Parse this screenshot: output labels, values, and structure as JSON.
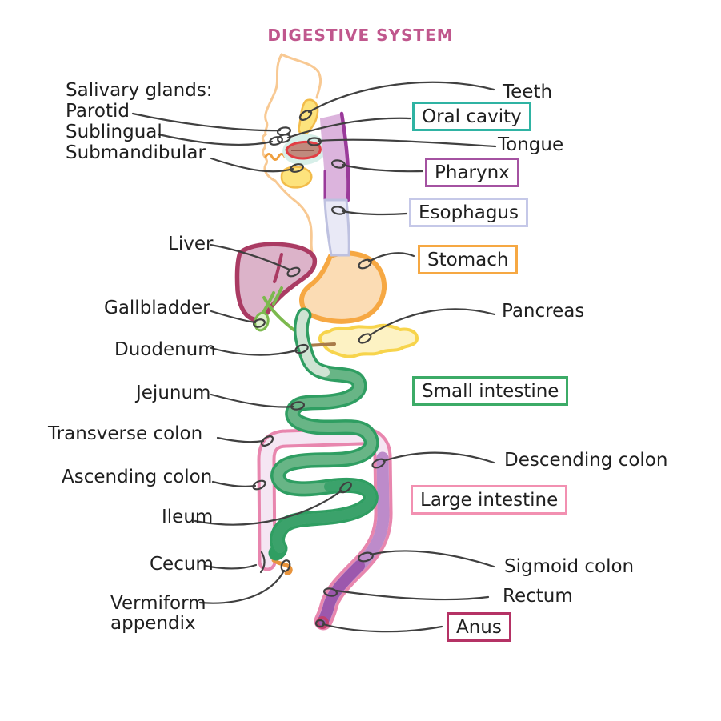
{
  "title": "DIGESTIVE SYSTEM",
  "colors": {
    "title": "#c0578d",
    "label_text": "#1f1f1f",
    "oral_cavity_box": "#2fb3a3",
    "pharynx_box": "#a452a1",
    "esophagus_box": "#c5c8e8",
    "stomach_box": "#f6a843",
    "small_intestine_box": "#3cab67",
    "large_intestine_box": "#f290b1",
    "anus_box": "#b53265",
    "liver_fill": "#dcb3c9",
    "liver_stroke": "#aa3b63",
    "stomach_fill": "#fbdcb4",
    "pancreas_fill": "#fdf2c3",
    "small_intestine_green": "#2f9e62",
    "colon_pink": "#e886ae",
    "sigmoid_purple": "#9c58ad",
    "gland_yellow": "#fde37d",
    "face_peach": "#f8c993"
  },
  "labels": {
    "salivary_heading": "Salivary glands:",
    "parotid": "Parotid",
    "sublingual": "Sublingual",
    "submandibular": "Submandibular",
    "liver": "Liver",
    "gallbladder": "Gallbladder",
    "duodenum": "Duodenum",
    "jejunum": "Jejunum",
    "transverse_colon": "Transverse colon",
    "ascending_colon": "Ascending colon",
    "ileum": "Ileum",
    "cecum": "Cecum",
    "vermiform_line1": "Vermiform",
    "vermiform_line2": "appendix",
    "teeth": "Teeth",
    "oral_cavity": "Oral cavity",
    "tongue": "Tongue",
    "pharynx": "Pharynx",
    "esophagus": "Esophagus",
    "stomach": "Stomach",
    "pancreas": "Pancreas",
    "small_intestine": "Small intestine",
    "descending_colon": "Descending colon",
    "large_intestine": "Large intestine",
    "sigmoid_colon": "Sigmoid colon",
    "rectum": "Rectum",
    "anus": "Anus"
  }
}
